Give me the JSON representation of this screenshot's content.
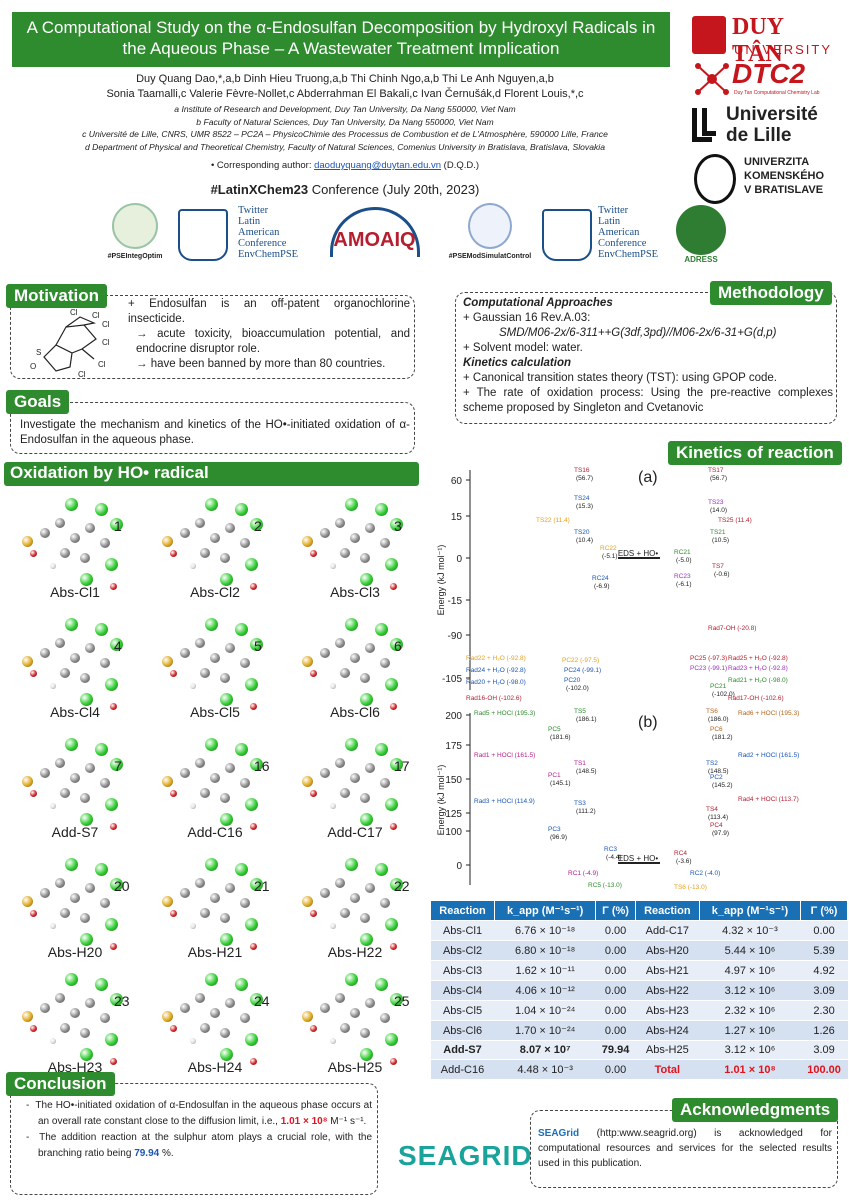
{
  "header": {
    "title": "A Computational Study on the  α-Endosulfan Decomposition by Hydroxyl Radicals in the Aqueous Phase – A Wastewater Treatment Implication",
    "authors_line1": "Duy Quang Dao,*,a,b Dinh Hieu Truong,a,b Thi Chinh Ngo,a,b Thi Le Anh Nguyen,a,b",
    "authors_line2": "Sonia Taamalli,c Valerie Fèvre-Nollet,c Abderrahman El Bakali,c Ivan Černušák,d Florent Louis,*,c",
    "affil_a": "a Institute of Research and Development, Duy Tan University, Da Nang 550000, Viet Nam",
    "affil_b": "b Faculty of Natural Sciences, Duy Tan University, Da Nang 550000, Viet Nam",
    "affil_c": "c Université de Lille, CNRS, UMR 8522 – PC2A – PhysicoChimie des Processus de Combustion et de L'Atmosphère, 590000 Lille, France",
    "affil_d": "d Department of Physical and Theoretical Chemistry, Faculty of Natural Sciences, Comenius University in Bratislava, Bratislava, Slovakia",
    "corr_prefix": "•   Corresponding author:",
    "corr_email": "daoduyquang@duytan.edu.vn",
    "corr_suffix": "(D.Q.D.)",
    "conference_tag": "#LatinXChem23",
    "conference_rest": " Conference (July 20th, 2023)"
  },
  "logos": {
    "duytan_name": "DUY TÂN",
    "duytan_sub": "UNIVERSITY",
    "dtc2": "DTC2",
    "dtc2_sub": "Duy Tan Computational Chemistry Lab",
    "lille": "Université\nde Lille",
    "lille_1": "Université",
    "lille_2": "de Lille",
    "uk_1": "UNIVERZITA",
    "uk_2": "KOMENSKÉHO",
    "uk_3": "V BRATISLAVE",
    "tw1_1": "Twitter",
    "tw1_2": "Latin",
    "tw1_3": "American",
    "tw1_4": "Conference",
    "tw1_5": "EnvChemPSE",
    "pse1": "#PSEIntegOptim",
    "amoaiq": "AMOAIQ",
    "pse2": "#PSEModSimulatControl",
    "adress": "ADRESS",
    "seagrid": "SEAGRID"
  },
  "motivation": {
    "title": "Motivation",
    "p1": "+ Endosulfan is an off-patent organochlorine insecticide.",
    "p2": "→ acute toxicity, bioaccumulation potential, and endocrine disruptor role.",
    "p3": "→ have been banned by more than 80 countries."
  },
  "goals": {
    "title": "Goals",
    "text": "Investigate the mechanism and kinetics of the HO•-initiated oxidation of α-Endosulfan in the aqueous phase."
  },
  "methodology": {
    "title": "Methodology",
    "h1": "Computational Approaches",
    "l1": "+ Gaussian 16 Rev.A.03:",
    "l2": "SMD/M06-2x/6-311++G(3df,3pd)//M06-2x/6-31+G(d,p)",
    "l3": "+ Solvent model: water.",
    "h2": "Kinetics calculation",
    "l4": "+ Canonical transition states theory (TST): using GPOP code.",
    "l5": "+ The rate of oxidation process: Using the pre-reactive complexes scheme proposed by Singleton and Cvetanovic"
  },
  "oxidation": {
    "title": "Oxidation by HO• radical",
    "molecules": [
      {
        "label": "Abs-Cl1",
        "num": "1"
      },
      {
        "label": "Abs-Cl2",
        "num": "2"
      },
      {
        "label": "Abs-Cl3",
        "num": "3"
      },
      {
        "label": "Abs-Cl4",
        "num": "4"
      },
      {
        "label": "Abs-Cl5",
        "num": "5"
      },
      {
        "label": "Abs-Cl6",
        "num": "6"
      },
      {
        "label": "Add-S7",
        "num": "7"
      },
      {
        "label": "Add-C16",
        "num": "16"
      },
      {
        "label": "Add-C17",
        "num": "17"
      },
      {
        "label": "Abs-H20",
        "num": "20"
      },
      {
        "label": "Abs-H21",
        "num": "21"
      },
      {
        "label": "Abs-H22",
        "num": "22"
      },
      {
        "label": "Abs-H23",
        "num": "23"
      },
      {
        "label": "Abs-H24",
        "num": "24"
      },
      {
        "label": "Abs-H25",
        "num": "25"
      }
    ]
  },
  "kinetics": {
    "title": "Kinetics of reaction",
    "panel_a": "(a)",
    "panel_b": "(b)",
    "ylabel": "Energy (kJ mol⁻¹)",
    "center_label": "EDS + HO•",
    "a_ticks": [
      "60",
      "15",
      "0",
      "-15",
      "-90",
      "-105"
    ],
    "b_ticks": [
      "200",
      "175",
      "150",
      "125",
      "100",
      "0"
    ],
    "a_labels": [
      {
        "t": "TS16",
        "v": "(56.7)"
      },
      {
        "t": "TS24",
        "v": "(15.3)"
      },
      {
        "t": "TS22 (11.4)",
        "v": ""
      },
      {
        "t": "TS20",
        "v": "(10.4)"
      },
      {
        "t": "RC22",
        "v": "(-5.1)"
      },
      {
        "t": "RC24",
        "v": "(-6.9)"
      },
      {
        "t": "TS17",
        "v": "(56.7)"
      },
      {
        "t": "TS23",
        "v": "(14.0)"
      },
      {
        "t": "TS25 (11.4)",
        "v": ""
      },
      {
        "t": "TS21",
        "v": "(10.5)"
      },
      {
        "t": "RC21",
        "v": "(-5.0)"
      },
      {
        "t": "RC23",
        "v": "(-6.1)"
      },
      {
        "t": "TS7",
        "v": "(-0.6)"
      },
      {
        "t": "Rad7-OH (-20.8)",
        "v": ""
      },
      {
        "t": "Rad22 + H₂O (-92.8)",
        "v": ""
      },
      {
        "t": "Rad24 + H₂O (-92.8)",
        "v": ""
      },
      {
        "t": "Rad20 + H₂O (-98.0)",
        "v": ""
      },
      {
        "t": "Rad16-OH (-102.6)",
        "v": ""
      },
      {
        "t": "PC22 (-97.5)",
        "v": ""
      },
      {
        "t": "PC24 (-99.1)",
        "v": ""
      },
      {
        "t": "PC20",
        "v": "(-102.0)"
      },
      {
        "t": "Rad25 + H₂O (-92.8)",
        "v": ""
      },
      {
        "t": "Rad23 + H₂O (-92.8)",
        "v": ""
      },
      {
        "t": "PC25 (-97.3)",
        "v": ""
      },
      {
        "t": "PC23 (-99.1)",
        "v": ""
      },
      {
        "t": "Rad21 + H₂O (-98.0)",
        "v": ""
      },
      {
        "t": "PC21",
        "v": "(-102.0)"
      },
      {
        "t": "Rad17-OH (-102.6)",
        "v": ""
      }
    ],
    "b_labels": [
      {
        "t": "Rad5 + HOCl (195.3)"
      },
      {
        "t": "PC5",
        "v": "(181.6)"
      },
      {
        "t": "TS5",
        "v": "(186.1)"
      },
      {
        "t": "Rad1 + HOCl (161.5)"
      },
      {
        "t": "PC1",
        "v": "(145.1)"
      },
      {
        "t": "TS1",
        "v": "(148.5)"
      },
      {
        "t": "Rad3 + HOCl (114.9)"
      },
      {
        "t": "PC3",
        "v": "(96.9)"
      },
      {
        "t": "TS3",
        "v": "(111.2)"
      },
      {
        "t": "RC3",
        "v": "(-4.4)"
      },
      {
        "t": "RC1 (-4.9)"
      },
      {
        "t": "RC5 (-13.0)"
      },
      {
        "t": "TS6",
        "v": "(186.0)"
      },
      {
        "t": "PC6",
        "v": "(181.2)"
      },
      {
        "t": "Rad6 + HOCl (195.3)"
      },
      {
        "t": "TS2",
        "v": "(148.5)"
      },
      {
        "t": "PC2",
        "v": "(145.2)"
      },
      {
        "t": "Rad2 + HOCl (161.5)"
      },
      {
        "t": "TS4",
        "v": "(113.4)"
      },
      {
        "t": "PC4",
        "v": "(97.9)"
      },
      {
        "t": "Rad4 + HOCl (113.7)"
      },
      {
        "t": "RC4",
        "v": "(-3.6)"
      },
      {
        "t": "RC2 (-4.0)"
      },
      {
        "t": "TS6 (-13.0)"
      }
    ]
  },
  "table": {
    "headers": [
      "Reaction",
      "k_app (M⁻¹s⁻¹)",
      "Γ (%)",
      "Reaction",
      "k_app (M⁻¹s⁻¹)",
      "Γ (%)"
    ],
    "rows": [
      [
        "Abs-Cl1",
        "6.76 × 10⁻¹⁸",
        "0.00",
        "Add-C17",
        "4.32 × 10⁻³",
        "0.00"
      ],
      [
        "Abs-Cl2",
        "6.80 × 10⁻¹⁸",
        "0.00",
        "Abs-H20",
        "5.44 × 10⁶",
        "5.39"
      ],
      [
        "Abs-Cl3",
        "1.62 × 10⁻¹¹",
        "0.00",
        "Abs-H21",
        "4.97 × 10⁶",
        "4.92"
      ],
      [
        "Abs-Cl4",
        "4.06 × 10⁻¹²",
        "0.00",
        "Abs-H22",
        "3.12 × 10⁶",
        "3.09"
      ],
      [
        "Abs-Cl5",
        "1.04 × 10⁻²⁴",
        "0.00",
        "Abs-H23",
        "2.32 × 10⁶",
        "2.30"
      ],
      [
        "Abs-Cl6",
        "1.70 × 10⁻²⁴",
        "0.00",
        "Abs-H24",
        "1.27 × 10⁶",
        "1.26"
      ],
      [
        "Add-S7",
        "8.07 × 10⁷",
        "79.94",
        "Abs-H25",
        "3.12 × 10⁶",
        "3.09"
      ],
      [
        "Add-C16",
        "4.48 × 10⁻³",
        "0.00",
        "Total",
        "1.01 × 10⁸",
        "100.00"
      ]
    ]
  },
  "conclusion": {
    "title": "Conclusion",
    "p1a": "The HO•-initiated oxidation of α-Endosulfan in the aqueous phase occurs at an overall rate constant close to the diffusion limit, i.e.,",
    "p1b": "1.01 × 10⁸",
    "p1c": " M⁻¹ s⁻¹.",
    "p2a": "The addition reaction at the sulphur atom plays a crucial role, with the branching ratio being ",
    "p2b": "79.94",
    "p2c": " %."
  },
  "ack": {
    "title": "Acknowledgments",
    "bold": "SEAGrid",
    "text": " (http:www.seagrid.org) is acknowledged for computational resources and services for the selected results used in this publication."
  }
}
